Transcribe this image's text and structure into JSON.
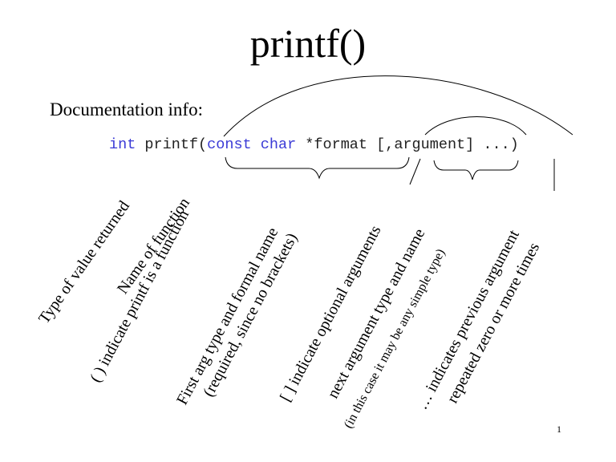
{
  "slide": {
    "title": "printf()",
    "doc_label": "Documentation info:",
    "code": {
      "kw_int": "int",
      "fname": "printf(",
      "kw_const": "const",
      "kw_char": "char",
      "format": "*format",
      "optional": "[,argument]",
      "ellipsis": "...)"
    },
    "annotations": {
      "type_returned": "Type of value returned",
      "name_function": "Name of function",
      "parens_function": "( ) indicate printf is a function",
      "first_arg_1": "First arg type and formal name",
      "first_arg_2": "(required, since no brackets)",
      "optional_args": "[ ] indicate optional arguments",
      "next_arg_1": "next argument type and name",
      "next_arg_2": "(in this case it may be any simple type)",
      "ellipsis_1": "… indicates previous argument",
      "ellipsis_2": "repeated zero or more times"
    },
    "page_number": "1"
  }
}
